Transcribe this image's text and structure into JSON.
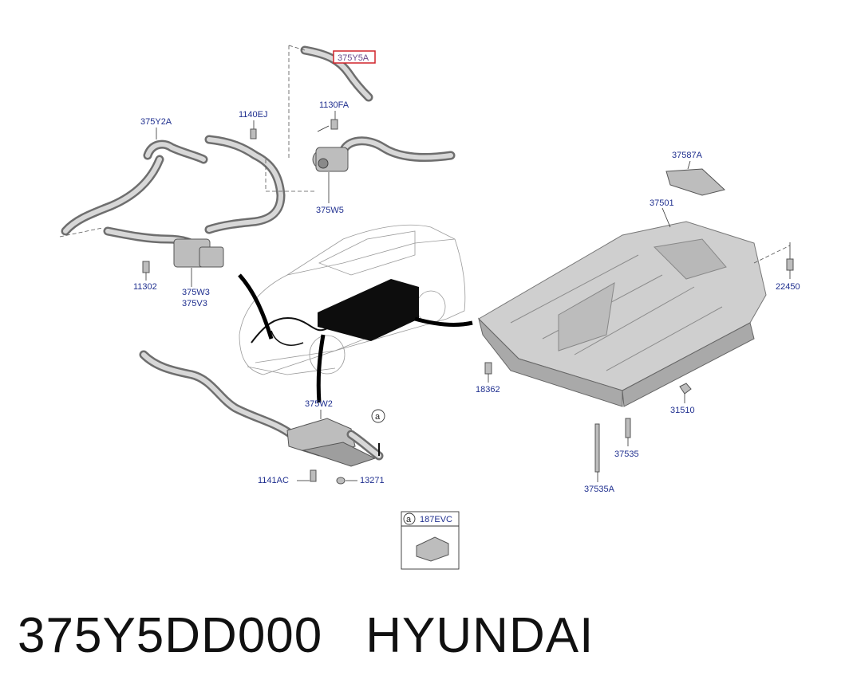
{
  "diagram": {
    "labels": {
      "hose_375Y5A": "375Y5A",
      "bolt_1130FA": "1130FA",
      "bolt_1140EJ": "1140EJ",
      "hose_375Y2A": "375Y2A",
      "pump_375W5": "375W5",
      "tray_37587A": "37587A",
      "tray_37501": "37501",
      "bolt_22450": "22450",
      "bolt_11302": "11302",
      "valve_375W3": "375W3",
      "valve_375V3": "375V3",
      "bolt_18362": "18362",
      "pump_375W2": "375W2",
      "ref_a": "a",
      "nut_31510": "31510",
      "bolt_37535": "37535",
      "bolt_37535A": "37535A",
      "bolt_1141AC": "1141AC",
      "nut_13271": "13271",
      "inset_ref": "a",
      "inset_187EVC": "187EVC"
    },
    "highlight_color": "#d0232a",
    "label_color": "#1f2f8f"
  },
  "caption": {
    "part_number": "375Y5DD000",
    "brand": "HYUNDAI"
  }
}
